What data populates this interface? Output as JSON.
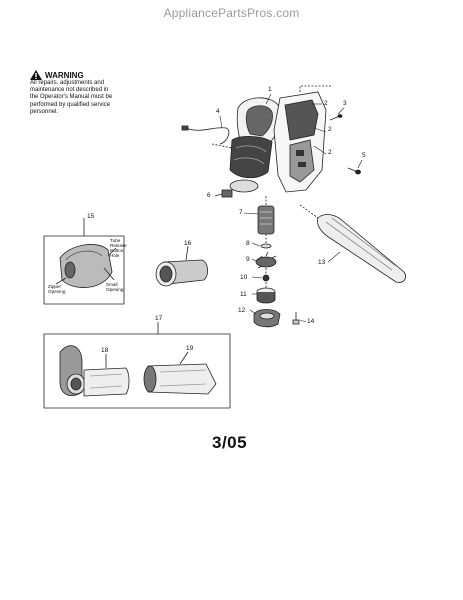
{
  "site": {
    "watermark": "AppliancePartsPros.com"
  },
  "warning": {
    "title": "WARNING",
    "lines": [
      "All repairs, adjustments and",
      "maintenance not described in",
      "the Operator's Manual must be",
      "performed by qualified service",
      "personnel."
    ]
  },
  "callouts": [
    {
      "id": "c1",
      "text": "1"
    },
    {
      "id": "c2a",
      "text": "2"
    },
    {
      "id": "c2b",
      "text": "2"
    },
    {
      "id": "c2c",
      "text": "2"
    },
    {
      "id": "c3",
      "text": "3"
    },
    {
      "id": "c4",
      "text": "4"
    },
    {
      "id": "c5",
      "text": "5"
    },
    {
      "id": "c6",
      "text": "6"
    },
    {
      "id": "c7",
      "text": "7"
    },
    {
      "id": "c8",
      "text": "8"
    },
    {
      "id": "c9",
      "text": "9"
    },
    {
      "id": "c10",
      "text": "10"
    },
    {
      "id": "c11",
      "text": "11"
    },
    {
      "id": "c12",
      "text": "12"
    },
    {
      "id": "c13",
      "text": "13"
    },
    {
      "id": "c14",
      "text": "14"
    },
    {
      "id": "c15",
      "text": "15"
    },
    {
      "id": "c16",
      "text": "16"
    },
    {
      "id": "c17",
      "text": "17"
    },
    {
      "id": "c18",
      "text": "18"
    },
    {
      "id": "c19",
      "text": "19"
    }
  ],
  "inset_labels": {
    "tube_release": [
      "Tube",
      "Release",
      "Button",
      "Hole"
    ],
    "zipper": [
      "Zipper",
      "Opening"
    ],
    "small": [
      "Small",
      "Opening"
    ]
  },
  "footer": {
    "date_code": "3/05"
  }
}
